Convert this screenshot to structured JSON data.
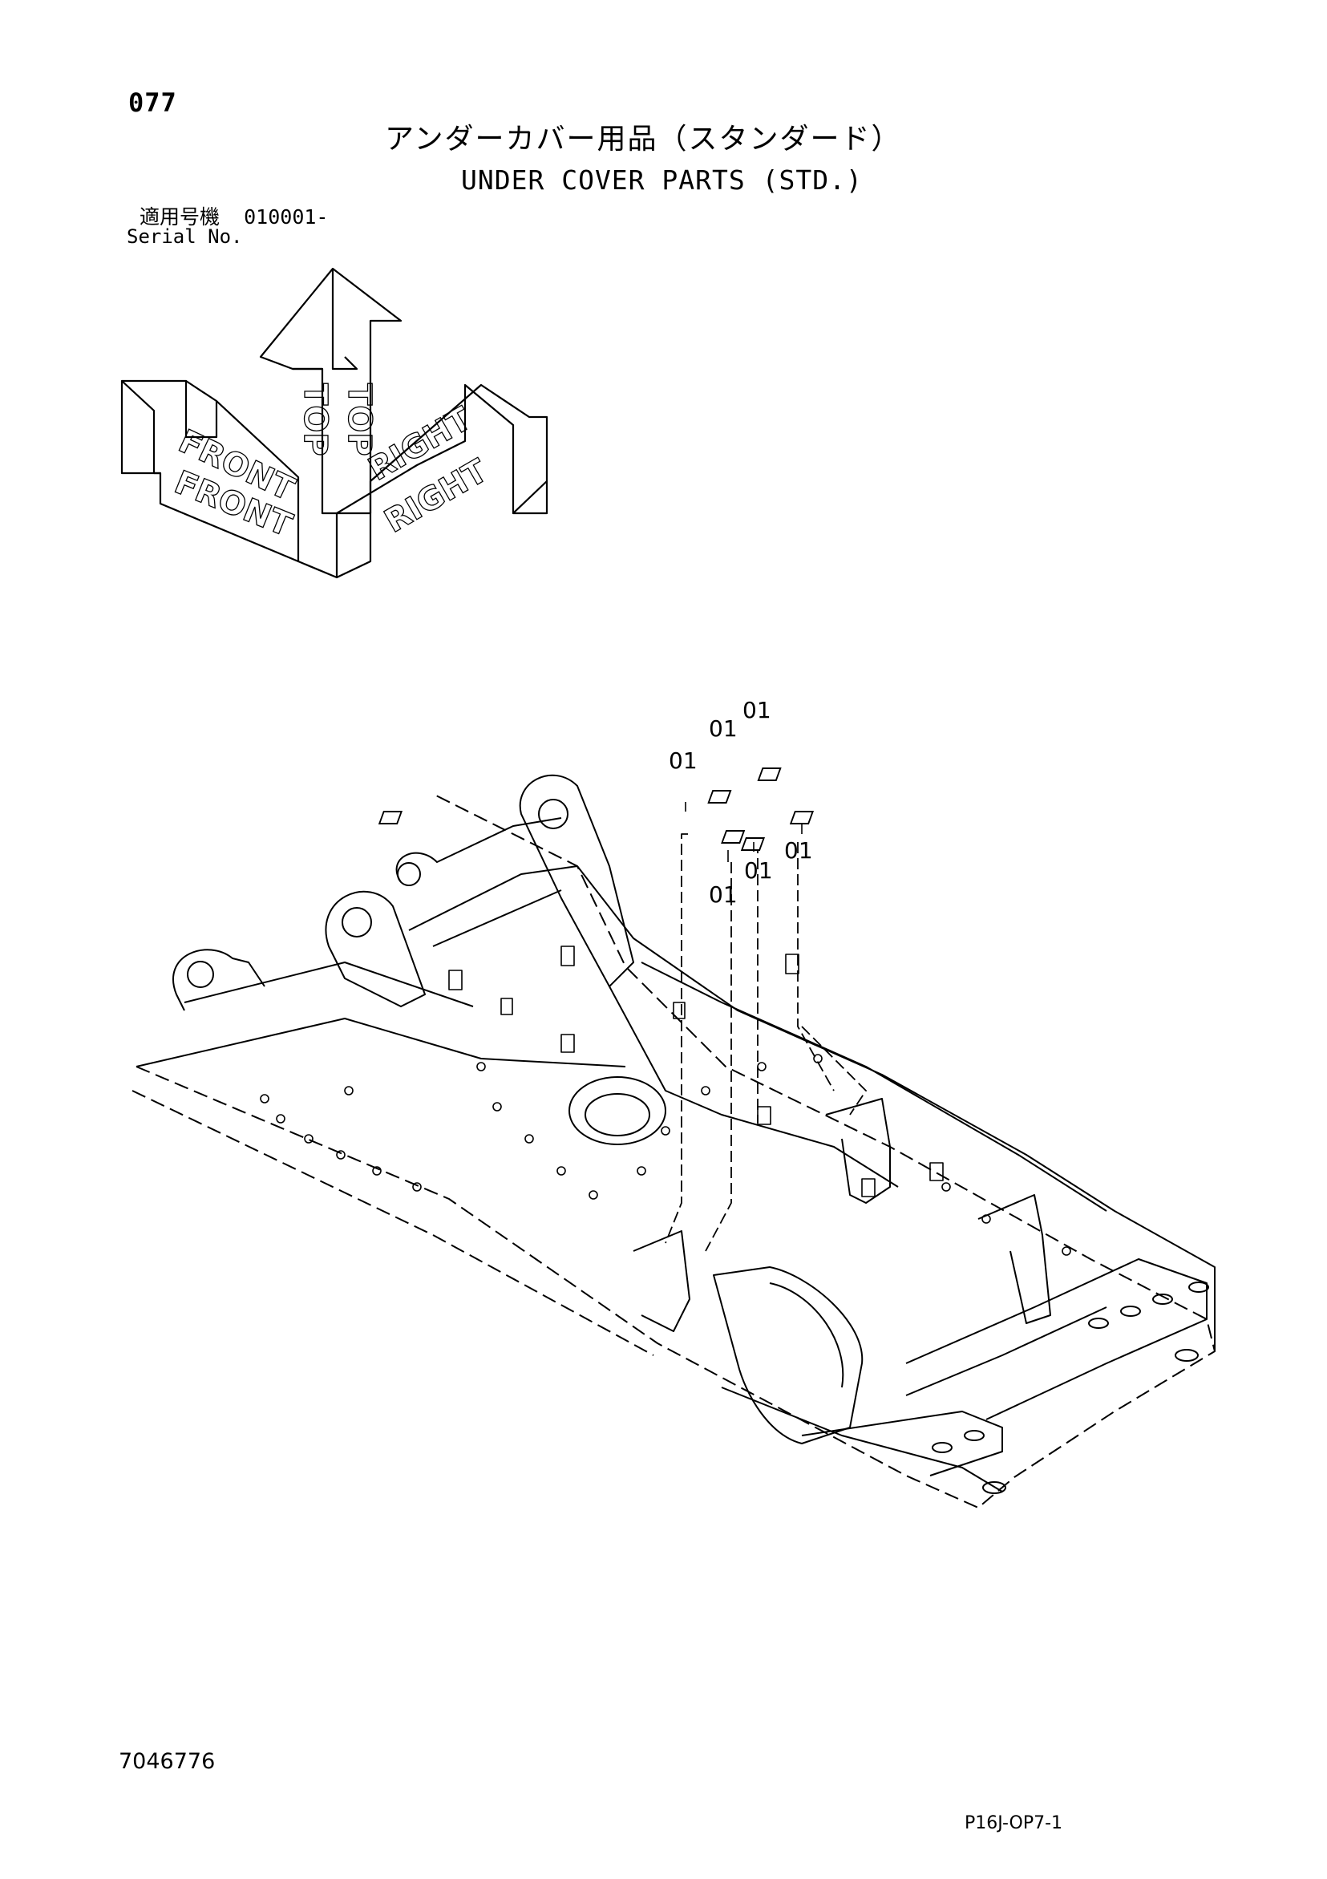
{
  "header": {
    "page_number": "077",
    "title_jp": "アンダーカバー用品（スタンダード）",
    "title_en": "UNDER COVER PARTS (STD.)",
    "serial_label_jp": "適用号機",
    "serial_value": "010001-",
    "serial_label_en": "Serial No."
  },
  "orientation_symbol": {
    "labels": [
      "FRONT",
      "FRONT",
      "TOP",
      "TOP",
      "RIGHT",
      "RIGHT"
    ]
  },
  "diagram": {
    "callouts": [
      "01",
      "01",
      "01",
      "01",
      "01",
      "01"
    ]
  },
  "footer": {
    "figure_number": "7046776",
    "page_ref": "P16J-OP7-1"
  }
}
